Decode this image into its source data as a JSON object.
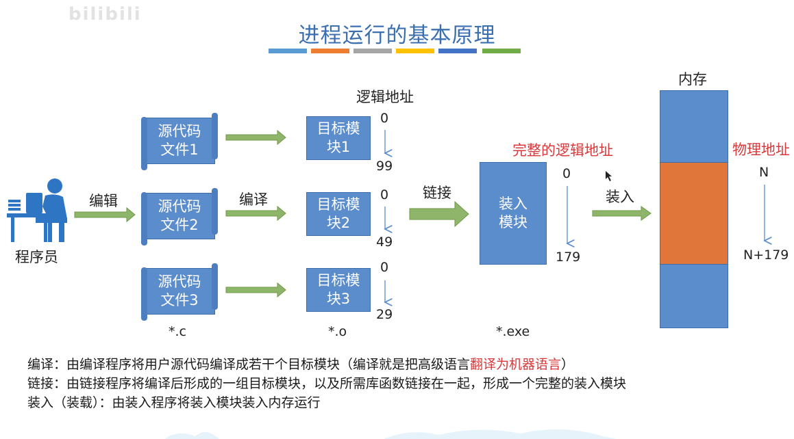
{
  "watermark": "bilibili",
  "title": "进程运行的基本原理",
  "title_bar_colors": [
    "#5b9bd5",
    "#ed7d31",
    "#a5a5a5",
    "#ffc000",
    "#4472c4",
    "#70ad47"
  ],
  "programmer": {
    "label": "程序员",
    "edit_label": "编辑"
  },
  "compile_label": "编译",
  "logical_address_label": "逻辑地址",
  "sources": [
    {
      "line1": "源代码",
      "line2": "文件1"
    },
    {
      "line1": "源代码",
      "line2": "文件2"
    },
    {
      "line1": "源代码",
      "line2": "文件3"
    }
  ],
  "source_ext": "*.c",
  "modules": [
    {
      "line1": "目标模",
      "line2": "块1",
      "start": "0",
      "end": "99"
    },
    {
      "line1": "目标模",
      "line2": "块2",
      "start": "0",
      "end": "49"
    },
    {
      "line1": "目标模",
      "line2": "块3",
      "start": "0",
      "end": "29"
    }
  ],
  "module_ext": "*.o",
  "link_label": "链接",
  "complete_logical_label": "完整的逻辑地址",
  "load_module": {
    "line1": "装入",
    "line2": "模块",
    "start": "0",
    "end": "179"
  },
  "exe_ext": "*.exe",
  "load_label": "装入",
  "memory": {
    "label": "内存",
    "physical_label": "物理地址",
    "start": "N",
    "end": "N+179",
    "colors": [
      "#5b8ccb",
      "#e0763a",
      "#5b8ccb"
    ]
  },
  "notes": {
    "line1_prefix": "编译：由编译程序将用户源代码编译成若干个目标模块（编译就是把高级语言",
    "line1_red": "翻译为机器语言",
    "line1_suffix": "）",
    "line2": "链接：由链接程序将编译后形成的一组目标模块，以及所需库函数链接在一起，形成一个完整的装入模块",
    "line3": "装入（装载）：由装入程序将装入模块装入内存运行"
  }
}
